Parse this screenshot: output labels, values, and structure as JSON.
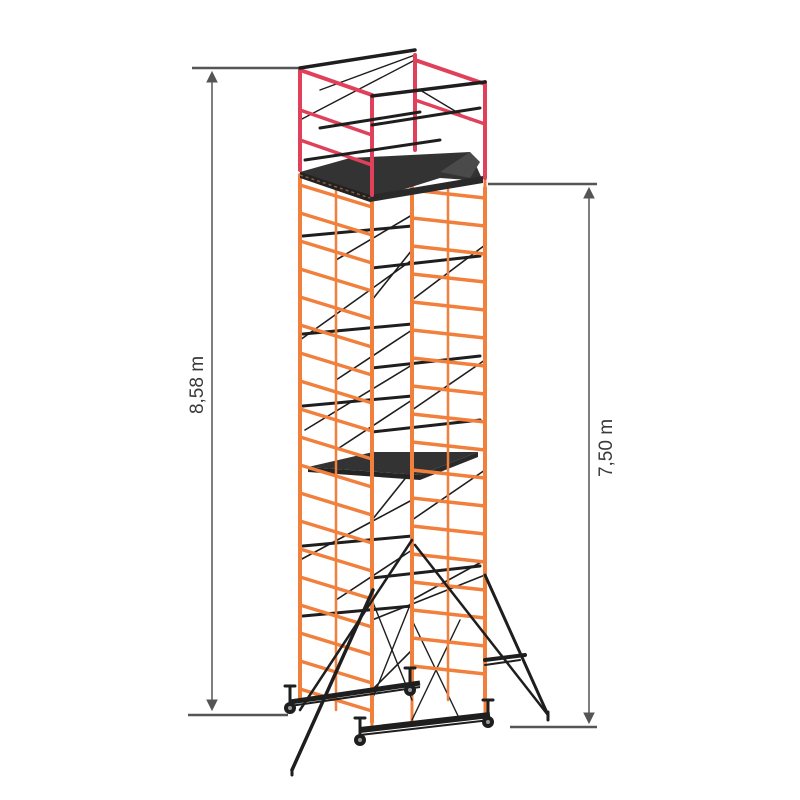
{
  "dimensions": {
    "total_height": "8,58 m",
    "platform_height": "7,50 m"
  },
  "colors": {
    "frame_orange": "#f0803c",
    "guardrail_red": "#e0405a",
    "brace_black": "#1e1e1e",
    "platform_dark": "#333333",
    "dimension_gray": "#555555"
  },
  "icons": {
    "arrow": "triangle-arrowhead",
    "wheel": "caster-wheel"
  }
}
